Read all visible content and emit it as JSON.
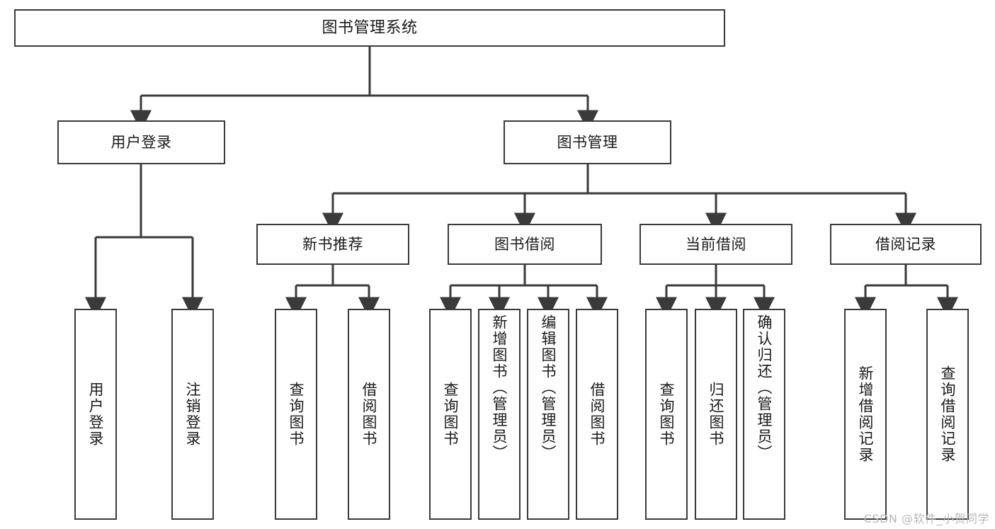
{
  "diagram": {
    "type": "tree",
    "title": "图书管理系统",
    "watermark": "CSDN @软件_小贺同学",
    "colors": {
      "box_border": "#3a3a3a",
      "box_fill": "#ffffff",
      "edge": "#3a3a3a",
      "text": "#1a1a1a",
      "watermark": "#b9b9b9"
    },
    "levels": {
      "level1": [
        {
          "id": "root",
          "label": "图书管理系统"
        }
      ],
      "level2": [
        {
          "id": "login",
          "label": "用户登录"
        },
        {
          "id": "bookmgmt",
          "label": "图书管理"
        }
      ],
      "level3": [
        {
          "id": "newbook",
          "label": "新书推荐"
        },
        {
          "id": "borrow",
          "label": "图书借阅"
        },
        {
          "id": "current",
          "label": "当前借阅"
        },
        {
          "id": "records",
          "label": "借阅记录"
        }
      ],
      "level4": [
        {
          "id": "leaf-login-1",
          "parent": "login",
          "label": "用户登录"
        },
        {
          "id": "leaf-login-2",
          "parent": "login",
          "label": "注销登录"
        },
        {
          "id": "leaf-new-1",
          "parent": "newbook",
          "label": "查询图书"
        },
        {
          "id": "leaf-new-2",
          "parent": "newbook",
          "label": "借阅图书"
        },
        {
          "id": "leaf-borrow-1",
          "parent": "borrow",
          "label": "查询图书"
        },
        {
          "id": "leaf-borrow-2",
          "parent": "borrow",
          "label": "新增图书（管理员）"
        },
        {
          "id": "leaf-borrow-3",
          "parent": "borrow",
          "label": "编辑图书（管理员）"
        },
        {
          "id": "leaf-borrow-4",
          "parent": "borrow",
          "label": "借阅图书"
        },
        {
          "id": "leaf-cur-1",
          "parent": "current",
          "label": "查询图书"
        },
        {
          "id": "leaf-cur-2",
          "parent": "current",
          "label": "归还图书"
        },
        {
          "id": "leaf-cur-3",
          "parent": "current",
          "label": "确认归还（管理员）"
        },
        {
          "id": "leaf-rec-1",
          "parent": "records",
          "label": "新增借阅记录"
        },
        {
          "id": "leaf-rec-2",
          "parent": "records",
          "label": "查询借阅记录"
        }
      ]
    }
  }
}
